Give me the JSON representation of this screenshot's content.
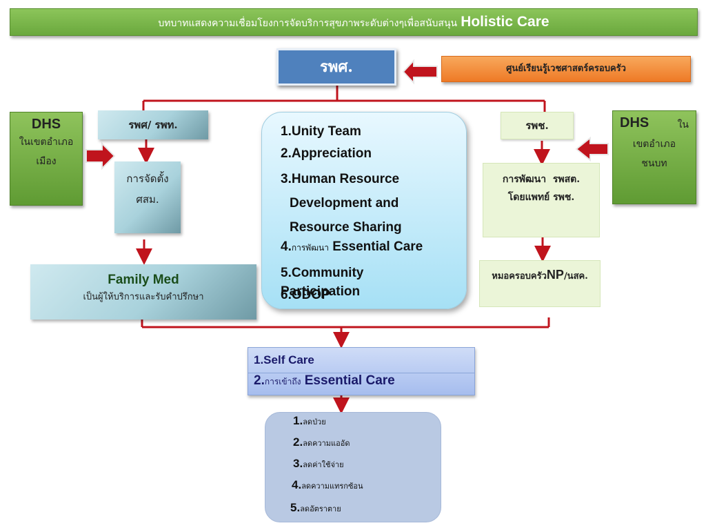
{
  "title": {
    "thai": "บทบาทแสดงความเชื่อมโยงการจัดบริการสุขภาพระดับต่างๆเพื่อสนับสนุน",
    "english": "Holistic Care"
  },
  "top_node": "รพศ.",
  "learning_center": "ศูนย์เรียนรู้เวชศาสตร์ครอบครัว",
  "dhs_left": {
    "title": "DHS",
    "line1": "ในเขตอำเภอ",
    "line2": "เมือง"
  },
  "dhs_right": {
    "title": "DHS",
    "word": "ใน",
    "line1": "เขตอำเภอ",
    "line2": "ชนบท"
  },
  "left_branch": {
    "hospital": "รพศ/ รพท.",
    "setup": {
      "line1": "การจัดตั้ง",
      "line2": "ศสม."
    },
    "family_med": {
      "title": "Family Med",
      "subtitle": "เป็นผู้ให้บริการและรับคำปรึกษา"
    }
  },
  "right_branch": {
    "hospital": "รพช.",
    "development": {
      "line1": "การพัฒนา  รพสต.",
      "line2": "โดยแพทย์ รพช."
    },
    "doctor": {
      "prefix": "หมอครอบครัว",
      "np": "NP",
      "suffix": "/นสค."
    }
  },
  "center_list": [
    {
      "text": "1.Unity Team"
    },
    {
      "text": "2.Appreciation"
    },
    {
      "text": "3.Human Resource"
    },
    {
      "text": "Development and"
    },
    {
      "text": "Resource Sharing"
    },
    {
      "num": "4.",
      "thai": "การพัฒนา",
      "text": " Essential Care"
    },
    {
      "text": "5.Community"
    },
    {
      "text": "Participation"
    },
    {
      "text": "6.ODOP"
    }
  ],
  "self_care": {
    "item1": "1.Self Care",
    "item2_num": "2.",
    "item2_thai": "การเข้าถึง",
    "item2_en": " Essential Care"
  },
  "outcomes": [
    {
      "num": "1.",
      "text": "ลดป่วย"
    },
    {
      "num": "2.",
      "text": "ลดความแออัด"
    },
    {
      "num": "3.",
      "text": "ลดค่าใช้จ่าย"
    },
    {
      "num": "4.",
      "text": "ลดความแทรกซ้อน"
    },
    {
      "num": "5.",
      "text": "ลดอัตราตาย"
    }
  ],
  "colors": {
    "arrow": "#c0141d",
    "title_green": "#7ab84a",
    "blue_node": "#4f81bd",
    "orange": "#f29140"
  }
}
